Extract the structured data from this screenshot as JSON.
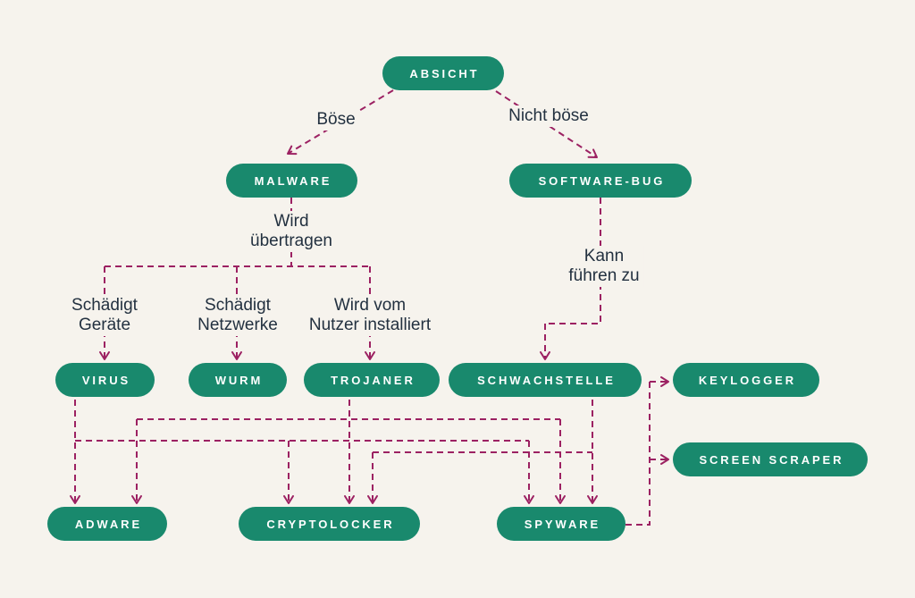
{
  "diagram": {
    "background_color": "#f6f3ed",
    "node_fill_color": "#19896d",
    "node_text_color": "#ffffff",
    "connector_color": "#9c2162",
    "connector_style": "dashed",
    "edge_label_text_color": "#233140",
    "nodes": [
      {
        "id": "absicht",
        "label": "ABSICHT"
      },
      {
        "id": "malware",
        "label": "MALWARE"
      },
      {
        "id": "software-bug",
        "label": "SOFTWARE-BUG"
      },
      {
        "id": "virus",
        "label": "VIRUS"
      },
      {
        "id": "wurm",
        "label": "WURM"
      },
      {
        "id": "trojaner",
        "label": "TROJANER"
      },
      {
        "id": "schwachstelle",
        "label": "SCHWACHSTELLE"
      },
      {
        "id": "keylogger",
        "label": "KEYLOGGER"
      },
      {
        "id": "screen-scraper",
        "label": "SCREEN SCRAPER"
      },
      {
        "id": "adware",
        "label": "ADWARE"
      },
      {
        "id": "cryptolocker",
        "label": "CRYPTOLOCKER"
      },
      {
        "id": "spyware",
        "label": "SPYWARE"
      }
    ],
    "edge_labels": [
      {
        "id": "boese",
        "text": "Böse"
      },
      {
        "id": "nicht-boese",
        "text": "Nicht böse"
      },
      {
        "id": "wird-uebertragen",
        "text": "Wird\nübertragen"
      },
      {
        "id": "schaedigt-geraete",
        "text": "Schädigt\nGeräte"
      },
      {
        "id": "schaedigt-netzwerke",
        "text": "Schädigt\nNetzwerke"
      },
      {
        "id": "wird-vom-nutzer",
        "text": "Wird vom\nNutzer installiert"
      },
      {
        "id": "kann-fuehren-zu",
        "text": "Kann\nführen zu"
      }
    ],
    "edges": [
      {
        "from": "ABSICHT",
        "to": "MALWARE",
        "label": "Böse"
      },
      {
        "from": "ABSICHT",
        "to": "SOFTWARE-BUG",
        "label": "Nicht böse"
      },
      {
        "from": "MALWARE",
        "to": "VIRUS",
        "label": "Wird übertragen / Schädigt Geräte"
      },
      {
        "from": "MALWARE",
        "to": "WURM",
        "label": "Wird übertragen / Schädigt Netzwerke"
      },
      {
        "from": "MALWARE",
        "to": "TROJANER",
        "label": "Wird übertragen / Wird vom Nutzer installiert"
      },
      {
        "from": "SOFTWARE-BUG",
        "to": "SCHWACHSTELLE",
        "label": "Kann führen zu"
      },
      {
        "from": "VIRUS",
        "to": "ADWARE",
        "label": ""
      },
      {
        "from": "VIRUS",
        "to": "CRYPTOLOCKER",
        "label": ""
      },
      {
        "from": "VIRUS",
        "to": "SPYWARE",
        "label": ""
      },
      {
        "from": "TROJANER",
        "to": "ADWARE",
        "label": ""
      },
      {
        "from": "TROJANER",
        "to": "CRYPTOLOCKER",
        "label": ""
      },
      {
        "from": "TROJANER",
        "to": "SPYWARE",
        "label": ""
      },
      {
        "from": "SCHWACHSTELLE",
        "to": "CRYPTOLOCKER",
        "label": ""
      },
      {
        "from": "SCHWACHSTELLE",
        "to": "SPYWARE",
        "label": ""
      },
      {
        "from": "SPYWARE",
        "to": "KEYLOGGER",
        "label": ""
      },
      {
        "from": "SPYWARE",
        "to": "SCREEN SCRAPER",
        "label": ""
      }
    ]
  }
}
